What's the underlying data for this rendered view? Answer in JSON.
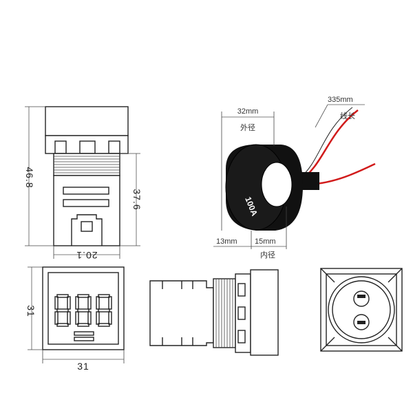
{
  "dimensions": {
    "height_total": "46.8",
    "height_body": "37.6",
    "thread_dia": "20.1",
    "face_height": "31",
    "face_width": "31"
  },
  "transformer": {
    "outer_dia": "32mm",
    "outer_label": "外径",
    "wire_length": "335mm",
    "wire_label": "线长",
    "inner_dia": "15mm",
    "inner_label": "内径",
    "thickness": "13mm",
    "rating": "100A"
  },
  "display": {
    "digits": "888"
  },
  "colors": {
    "line": "#222222",
    "wire_red": "#d11b1b",
    "core_black": "#111111"
  }
}
